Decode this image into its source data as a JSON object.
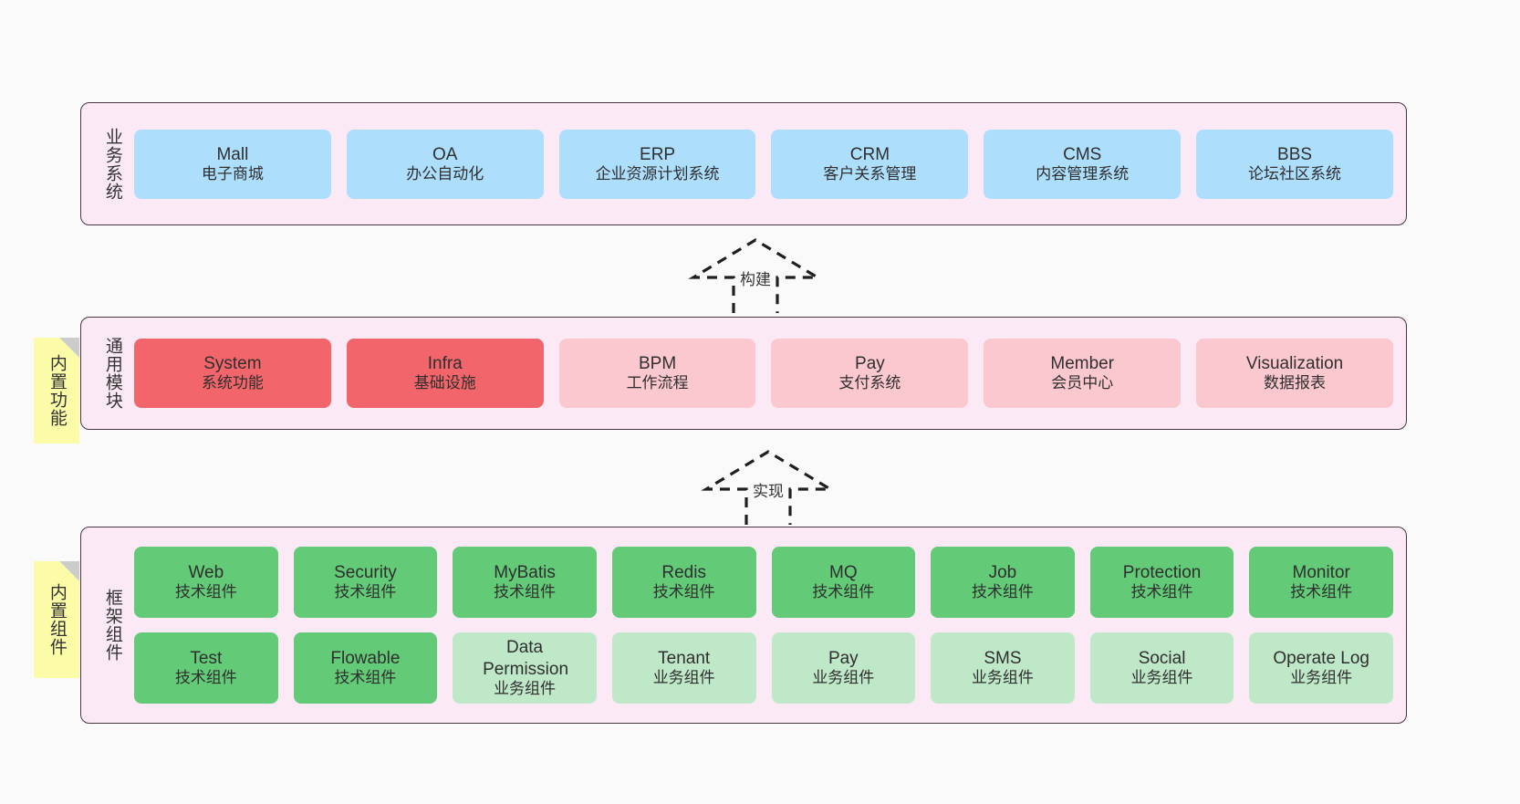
{
  "diagram": {
    "background": "#fafafa",
    "layers": [
      {
        "id": "business-system",
        "title": "业务系统",
        "fill": "#fbeaf5",
        "rows": [
          {
            "cards": [
              {
                "name": "Mall",
                "desc": "电子商城",
                "color": "#addefc"
              },
              {
                "name": "OA",
                "desc": "办公自动化",
                "color": "#addefc"
              },
              {
                "name": "ERP",
                "desc": "企业资源计划系统",
                "color": "#addefc"
              },
              {
                "name": "CRM",
                "desc": "客户关系管理",
                "color": "#addefc"
              },
              {
                "name": "CMS",
                "desc": "内容管理系统",
                "color": "#addefc"
              },
              {
                "name": "BBS",
                "desc": "论坛社区系统",
                "color": "#addefc"
              }
            ]
          }
        ]
      },
      {
        "id": "common-module",
        "title": "通用模块",
        "fill": "#fbeaf5",
        "note": "内置功能",
        "rows": [
          {
            "cards": [
              {
                "name": "System",
                "desc": "系统功能",
                "color": "#f2656a"
              },
              {
                "name": "Infra",
                "desc": "基础设施",
                "color": "#f2656a"
              },
              {
                "name": "BPM",
                "desc": "工作流程",
                "color": "#fbc8d0"
              },
              {
                "name": "Pay",
                "desc": "支付系统",
                "color": "#fbc8d0"
              },
              {
                "name": "Member",
                "desc": "会员中心",
                "color": "#fbc8d0"
              },
              {
                "name": "Visualization",
                "desc": "数据报表",
                "color": "#fbc8d0"
              }
            ]
          }
        ]
      },
      {
        "id": "framework-component",
        "title": "框架组件",
        "fill": "#fbeaf5",
        "note": "内置组件",
        "rows": [
          {
            "cards": [
              {
                "name": "Web",
                "desc": "技术组件",
                "color": "#63ca77"
              },
              {
                "name": "Security",
                "desc": "技术组件",
                "color": "#63ca77"
              },
              {
                "name": "MyBatis",
                "desc": "技术组件",
                "color": "#63ca77"
              },
              {
                "name": "Redis",
                "desc": "技术组件",
                "color": "#63ca77"
              },
              {
                "name": "MQ",
                "desc": "技术组件",
                "color": "#63ca77"
              },
              {
                "name": "Job",
                "desc": "技术组件",
                "color": "#63ca77"
              },
              {
                "name": "Protection",
                "desc": "技术组件",
                "color": "#63ca77"
              },
              {
                "name": "Monitor",
                "desc": "技术组件",
                "color": "#63ca77"
              }
            ]
          },
          {
            "cards": [
              {
                "name": "Test",
                "desc": "技术组件",
                "color": "#63ca77"
              },
              {
                "name": "Flowable",
                "desc": "技术组件",
                "color": "#63ca77"
              },
              {
                "name": "Data Permission",
                "desc": "业务组件",
                "color": "#bfe8c8"
              },
              {
                "name": "Tenant",
                "desc": "业务组件",
                "color": "#bfe8c8"
              },
              {
                "name": "Pay",
                "desc": "业务组件",
                "color": "#bfe8c8"
              },
              {
                "name": "SMS",
                "desc": "业务组件",
                "color": "#bfe8c8"
              },
              {
                "name": "Social",
                "desc": "业务组件",
                "color": "#bfe8c8"
              },
              {
                "name": "Operate Log",
                "desc": "业务组件",
                "color": "#bfe8c8"
              }
            ]
          }
        ]
      }
    ],
    "connectors": [
      {
        "id": "build",
        "label": "构建"
      },
      {
        "id": "implement",
        "label": "实现"
      }
    ]
  }
}
